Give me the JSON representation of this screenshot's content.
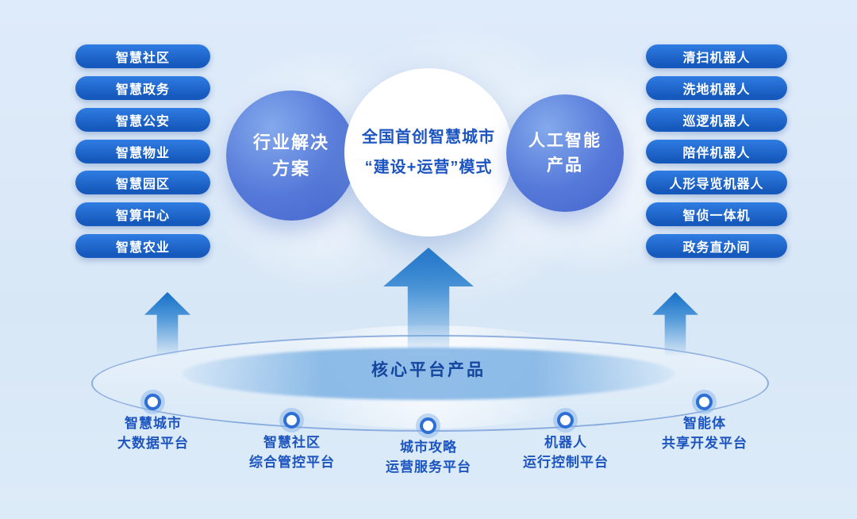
{
  "left_pills": [
    "智慧社区",
    "智慧政务",
    "智慧公安",
    "智慧物业",
    "智慧园区",
    "智算中心",
    "智慧农业"
  ],
  "right_pills": [
    "清扫机器人",
    "洗地机器人",
    "巡逻机器人",
    "陪伴机器人",
    "人形导览机器人",
    "智侦一体机",
    "政务直办间"
  ],
  "circles": {
    "industry": {
      "line1": "行业解决",
      "line2": "方案"
    },
    "center": {
      "line1": "全国首创智慧城市",
      "line2": "“建设+运营”模式"
    },
    "ai": {
      "line1": "人工智能",
      "line2": "产品"
    }
  },
  "platform": {
    "label": "核心平台产品"
  },
  "bottom_nodes": [
    {
      "line1": "智慧城市",
      "line2": "大数据平台"
    },
    {
      "line1": "智慧社区",
      "line2": "综合管控平台"
    },
    {
      "line1": "城市攻略",
      "line2": "运营服务平台"
    },
    {
      "line1": "机器人",
      "line2": "运行控制平台"
    },
    {
      "line1": "智能体",
      "line2": "共享开发平台"
    }
  ],
  "colors": {
    "pill_blue": "#1f63c8",
    "accent_text": "#1d55c0",
    "background": "#dbe9f6"
  }
}
